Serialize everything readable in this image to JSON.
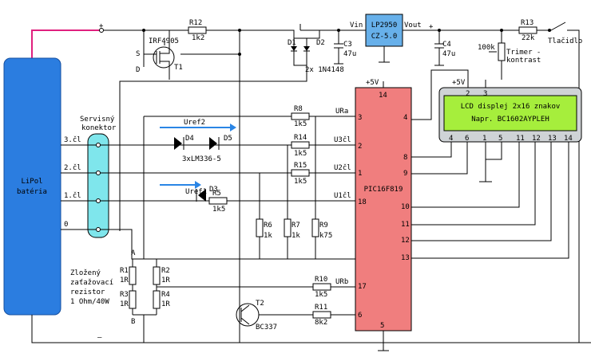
{
  "battery": {
    "label_l1": "LiPol",
    "label_l2": "batéria",
    "plus": "+",
    "minus": "–"
  },
  "connector": {
    "label_l1": "Servisný",
    "label_l2": "konektor",
    "pins": [
      "3.čl",
      "2.čl",
      "1.čl",
      "0"
    ]
  },
  "mosfet": {
    "ref": "T1",
    "part": "IRF4905",
    "s": "S",
    "d": "D"
  },
  "r12": {
    "ref": "R12",
    "val": "1k2"
  },
  "d1": {
    "ref": "D1"
  },
  "d2": {
    "ref": "D2"
  },
  "diodes_note": "2x 1N4148",
  "c3": {
    "ref": "C3",
    "val": "47u"
  },
  "reg": {
    "l1": "LP2950",
    "l2": "CZ-5.0",
    "vin": "Vin",
    "vout": "Vout"
  },
  "c4": {
    "ref": "C4",
    "val": "47u"
  },
  "trimmer": {
    "val": "100k",
    "l1": "Trimer -",
    "l2": "kontrast"
  },
  "r13": {
    "ref": "R13",
    "val": "22k"
  },
  "button": "Tlačidlo",
  "mcu": {
    "name": "PIC16F819",
    "vcc": "+5V",
    "pins": {
      "p14": "14",
      "p3": "3",
      "p4": "4",
      "p2": "2",
      "p8": "8",
      "p1": "1",
      "p9": "9",
      "p18": "18",
      "p10": "10",
      "p11": "11",
      "p12": "12",
      "p13": "13",
      "p17": "17",
      "p6": "6",
      "p5": "5"
    }
  },
  "lcd": {
    "l1": "LCD displej 2x16 znakov",
    "l2": "Napr.  BC1602AYPLEH",
    "vcc": "+5V",
    "pins": {
      "p2": "2",
      "p3": "3",
      "p4": "4",
      "p6": "6",
      "p1": "1",
      "p5": "5",
      "p11": "11",
      "p12": "12",
      "p13": "13",
      "p14": "14"
    }
  },
  "nets": {
    "ura": "URa",
    "u3": "U3čl",
    "u2": "U2čl",
    "u1": "U1čl",
    "urb": "URb"
  },
  "r8": {
    "ref": "R8",
    "val": "1k5"
  },
  "r14": {
    "ref": "R14",
    "val": "1k5"
  },
  "r15": {
    "ref": "R15",
    "val": "1k5"
  },
  "r5": {
    "ref": "R5",
    "val": "1k5"
  },
  "r6": {
    "ref": "R6",
    "val": "1k"
  },
  "r7": {
    "ref": "R7",
    "val": "1k"
  },
  "r9": {
    "ref": "R9",
    "val": "k75"
  },
  "refs": {
    "uref2": "Uref2",
    "uref1": "Uref1",
    "d4": "D4",
    "d5": "D5",
    "d3": "D3",
    "lm": "3xLM336-5"
  },
  "load": {
    "l1": "Zložený",
    "l2": "zaťažovací",
    "l3": "rezistor",
    "l4": "1 Ohm/40W",
    "a": "A",
    "b": "B",
    "r1": "R1",
    "r2": "R2",
    "r3": "R3",
    "r4": "R4",
    "val": "1R"
  },
  "r10": {
    "ref": "R10",
    "val": "1k5"
  },
  "r11": {
    "ref": "R11",
    "val": "8k2"
  },
  "t2": {
    "ref": "T2",
    "part": "BC337"
  },
  "colors": {
    "battery": "#2b7de0",
    "connector": "#7fe6ec",
    "regulator": "#67b0ea",
    "mcu": "#f07e7e",
    "lcd_frame": "#cfd3d6",
    "lcd_screen": "#a6ee3c",
    "arrow": "#2a85e5",
    "plus_wire": "#e0207e"
  }
}
